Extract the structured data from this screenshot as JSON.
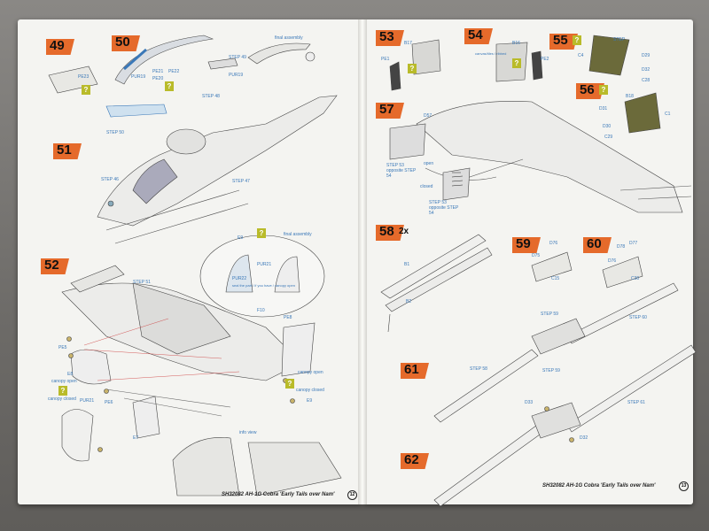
{
  "left_page": {
    "steps": [
      {
        "id": "step-49",
        "num": "49"
      },
      {
        "id": "step-50",
        "num": "50"
      },
      {
        "id": "step-51",
        "num": "51"
      },
      {
        "id": "step-52",
        "num": "52"
      }
    ],
    "labels": {
      "pe23": "PE23",
      "step49": "STEP 49",
      "pe21": "PE21",
      "pe22": "PE22",
      "pur19": "PUR19",
      "pe20": "PE20",
      "step48": "STEP 48",
      "pur19b": "PUR19",
      "final_assembly": "final assembly",
      "step50": "STEP 50",
      "step46": "STEP 46",
      "step47": "STEP 47",
      "e9": "E9",
      "final_assembly2": "final assembly",
      "pur21": "PUR21",
      "pur22": "PUR22",
      "seal_note": "seal the part / if you have / canopy open",
      "step51": "STEP 51",
      "f10": "F10",
      "pe8": "PE8",
      "pe5": "PE5",
      "e8": "E8",
      "canopy_open_l": "canopy open",
      "canopy_closed_l": "canopy closed",
      "pur21b": "PUR21",
      "pe6": "PE6",
      "e7": "E7",
      "canopy_open_r": "canopy open",
      "canopy_closed_r": "canopy closed",
      "e9b": "E9",
      "info_view": "info view"
    },
    "icon_mark": "?",
    "footer": "SH32082  AH-1G Cobra 'Early Tails over Nam'",
    "page_num": "12"
  },
  "right_page": {
    "steps": [
      {
        "id": "step-53",
        "num": "53"
      },
      {
        "id": "step-54",
        "num": "54"
      },
      {
        "id": "step-55",
        "num": "55"
      },
      {
        "id": "step-56",
        "num": "56"
      },
      {
        "id": "step-57",
        "num": "57"
      },
      {
        "id": "step-58",
        "num": "58",
        "mult": "2x"
      },
      {
        "id": "step-59",
        "num": "59"
      },
      {
        "id": "step-60",
        "num": "60"
      },
      {
        "id": "step-61",
        "num": "61"
      },
      {
        "id": "step-62",
        "num": "62"
      }
    ],
    "labels": {
      "b17": "B17",
      "pe1": "PE1",
      "b16": "B16",
      "pe2": "PE2",
      "canvas_note": "canvas/tiles / ribbed",
      "step_55": "STEP",
      "d29": "D29",
      "c4": "C4",
      "d32": "D32",
      "c28": "C28",
      "b18": "B18",
      "d31": "D31",
      "c1": "C1",
      "d30": "D30",
      "c29": "C29",
      "d57": "D57",
      "step53_opp": "STEP 53 opposite STEP 54",
      "open": "open",
      "closed": "closed",
      "step53_opp2": "STEP 53 opposite STEP 54",
      "b1": "B1",
      "b2": "B2",
      "d76": "D76",
      "d75": "D75",
      "c15": "C15",
      "d78": "D78",
      "d77": "D77",
      "d76b": "D76",
      "c30": "C30",
      "step59": "STEP 59",
      "step60": "STEP 60",
      "step58": "STEP 58",
      "step59b": "STEP 59",
      "step61": "STEP 61",
      "d33": "D33",
      "d32b": "D32"
    },
    "icon_mark": "?",
    "footer": "SH32082  AH-1G Cobra 'Early Tails over Nam'",
    "page_num": "13"
  },
  "colors": {
    "step_flag": "#e56a2b",
    "label_blue": "#3a78b8",
    "etch_yellow": "#b9bb2a",
    "armor_green": "#6b6a3a"
  }
}
